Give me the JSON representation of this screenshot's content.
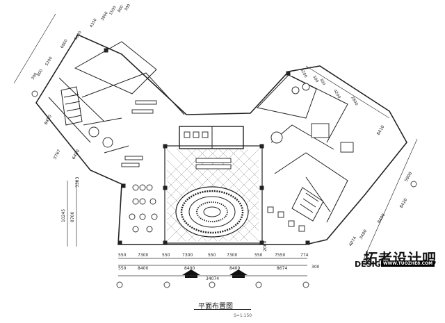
{
  "drawing": {
    "title": "平面布置图",
    "scale": "S=1:150"
  },
  "watermark": {
    "brand_cn": "拓者设计吧",
    "brand_en": "DESIGN",
    "url": "WWW.TUOZHE8.COM"
  },
  "dims_bottom_row1": [
    "550",
    "7300",
    "550",
    "7300",
    "550",
    "7300",
    "550",
    "7550",
    "774"
  ],
  "dims_bottom_row2": [
    "550",
    "8400",
    "8400",
    "8400",
    "8674"
  ],
  "dims_bottom_total": "34074",
  "dims_bottom_extra": "300",
  "dims_left": [
    "10245",
    "8700",
    "3383"
  ],
  "dims_left_wing": [
    "3767",
    "6480",
    "8450"
  ],
  "dims_top_left": [
    "300",
    "800",
    "5200",
    "6800",
    "5600",
    "4350",
    "3800",
    "1500",
    "800",
    "300"
  ],
  "dims_top_right": [
    "4200",
    "300",
    "300",
    "4200",
    "2800"
  ],
  "dims_right": [
    "8410",
    "8420",
    "2000",
    "5900",
    "8400",
    "3400",
    "4074"
  ]
}
